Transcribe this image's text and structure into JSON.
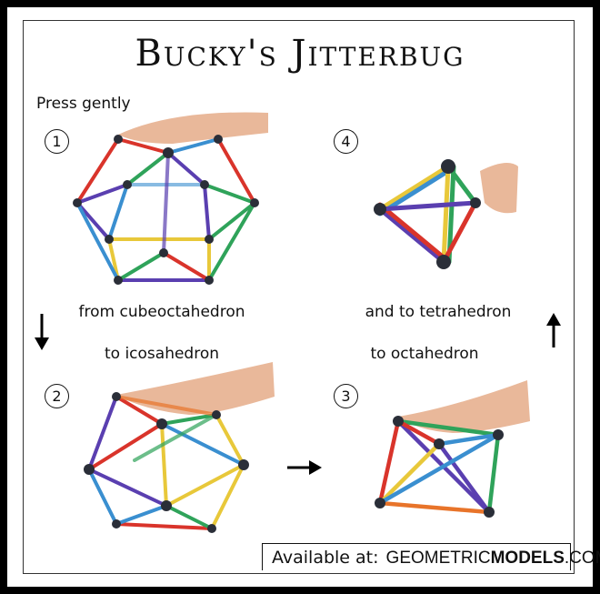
{
  "title": "Bucky's Jitterbug",
  "instruction": "Press gently",
  "steps": [
    {
      "number": "1",
      "caption": "from cubeoctahedron"
    },
    {
      "number": "2",
      "caption": "to icosahedron"
    },
    {
      "number": "3",
      "caption": "to octahedron"
    },
    {
      "number": "4",
      "caption": "and to tetrahedron"
    }
  ],
  "footer": {
    "label": "Available at:",
    "site_regular": "GEOMETRIC",
    "site_bold": "MODELS",
    "site_suffix": ".COM"
  },
  "colors": {
    "red": "#d9342b",
    "blue": "#3a8fd0",
    "green": "#2fa35a",
    "yellow": "#e8c83a",
    "purple": "#5a3fb0",
    "orange": "#e8742a",
    "joint": "#2a2e38",
    "skin": "#e9b89a"
  }
}
